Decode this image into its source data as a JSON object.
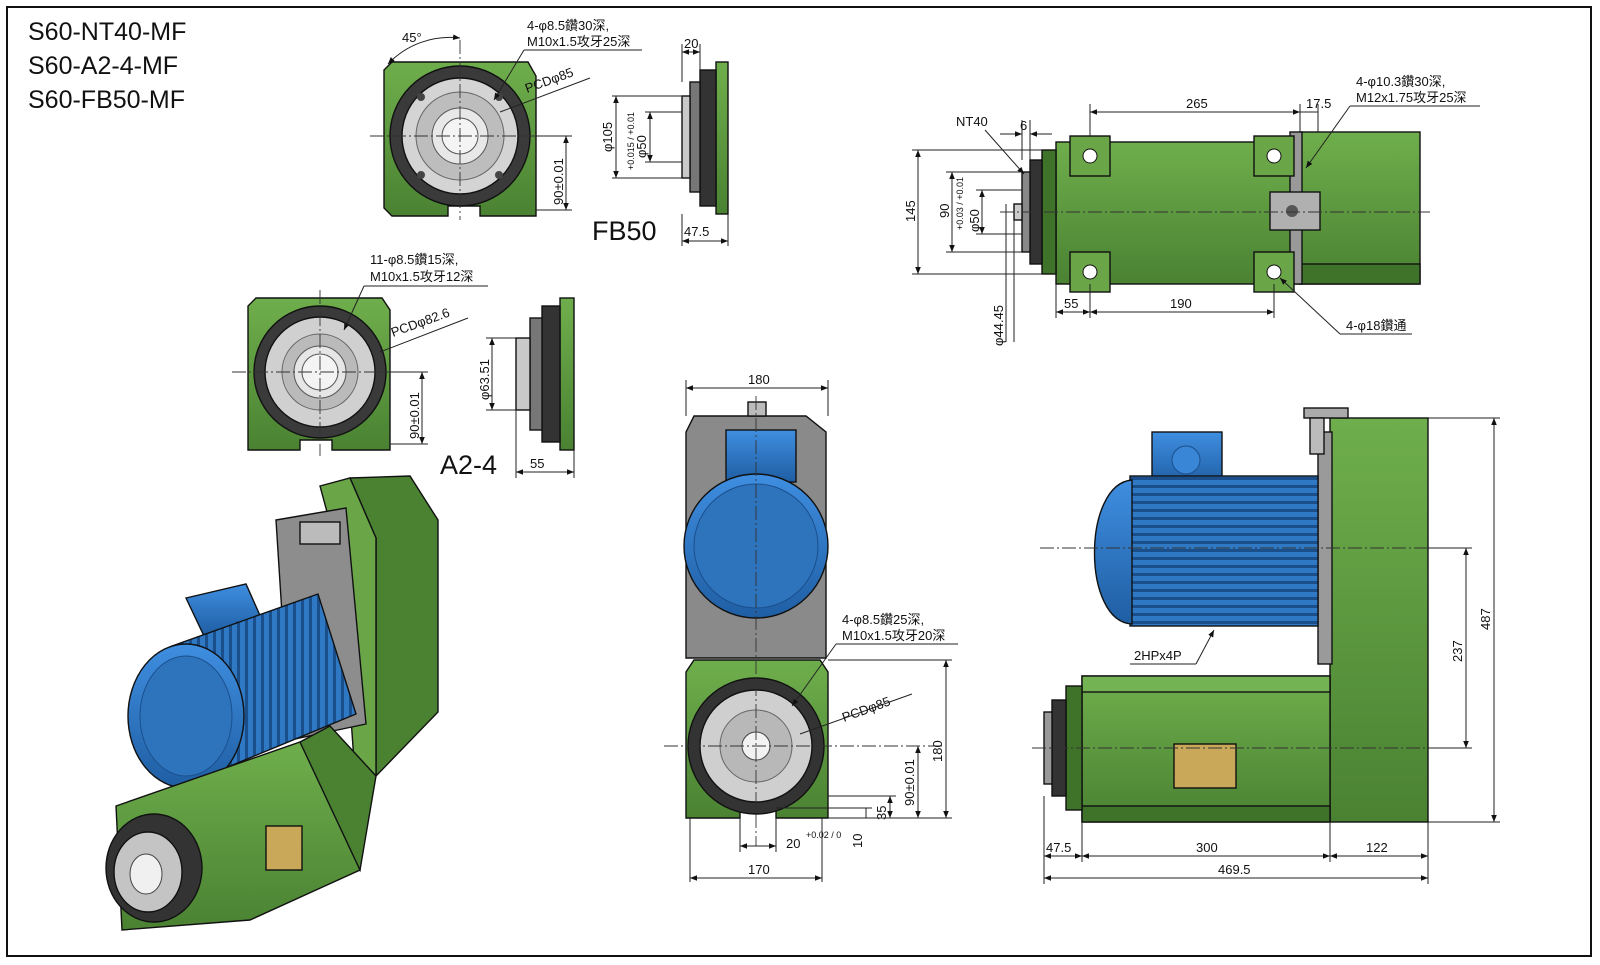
{
  "titles": [
    "S60-NT40-MF",
    "S60-A2-4-MF",
    "S60-FB50-MF"
  ],
  "views": {
    "fb50": {
      "label": "FB50",
      "holes_note_1": "4-φ8.5鑽30深,",
      "holes_note_2": "M10x1.5攻牙25深",
      "pcd": "PCDφ85",
      "angle": "45°",
      "dim_height": "90±0.01",
      "dim_d105": "φ105",
      "dim_d50": "φ50",
      "tol_d50": "+0.015 / +0.01",
      "dim_20": "20",
      "dim_47_5": "47.5"
    },
    "a24": {
      "label": "A2-4",
      "holes_note_1": "11-φ8.5鑽15深,",
      "holes_note_2": "M10x1.5攻牙12深",
      "pcd": "PCDφ82.6",
      "dim_height": "90±0.01",
      "dim_d63": "φ63.51",
      "dim_55": "55"
    },
    "nt40": {
      "label": "NT40",
      "dim_6": "6",
      "dim_265": "265",
      "dim_17_5": "17.5",
      "holes_note_1": "4-φ10.3鑽30深,",
      "holes_note_2": "M12x1.75攻牙25深",
      "dim_145": "145",
      "dim_90": "90",
      "dim_d50": "φ50",
      "tol_d50": "+0.03 / +0.01",
      "dim_d44": "φ44.45",
      "dim_55": "55",
      "dim_190": "190",
      "thru_note": "4-φ18鑽通"
    },
    "front": {
      "dim_180_top": "180",
      "holes_note_1": "4-φ8.5鑽25深,",
      "holes_note_2": "M10x1.5攻牙20深",
      "pcd": "PCDφ85",
      "dim_180_side": "180",
      "dim_90": "90±0.01",
      "dim_35": "35",
      "dim_10": "10",
      "dim_20": "20",
      "tol_20": "+0.02 / 0",
      "dim_170": "170"
    },
    "side": {
      "motor": "2HPx4P",
      "dim_487": "487",
      "dim_237": "237",
      "dim_47_5": "47.5",
      "dim_300": "300",
      "dim_122": "122",
      "dim_469_5": "469.5"
    }
  },
  "colors": {
    "body_green": "#5c9a3e",
    "dark_green": "#3f7329",
    "motor_blue": "#2f78c4",
    "plate_gray": "#8a8a8a",
    "spindle_gray": "#b8b8b8"
  }
}
